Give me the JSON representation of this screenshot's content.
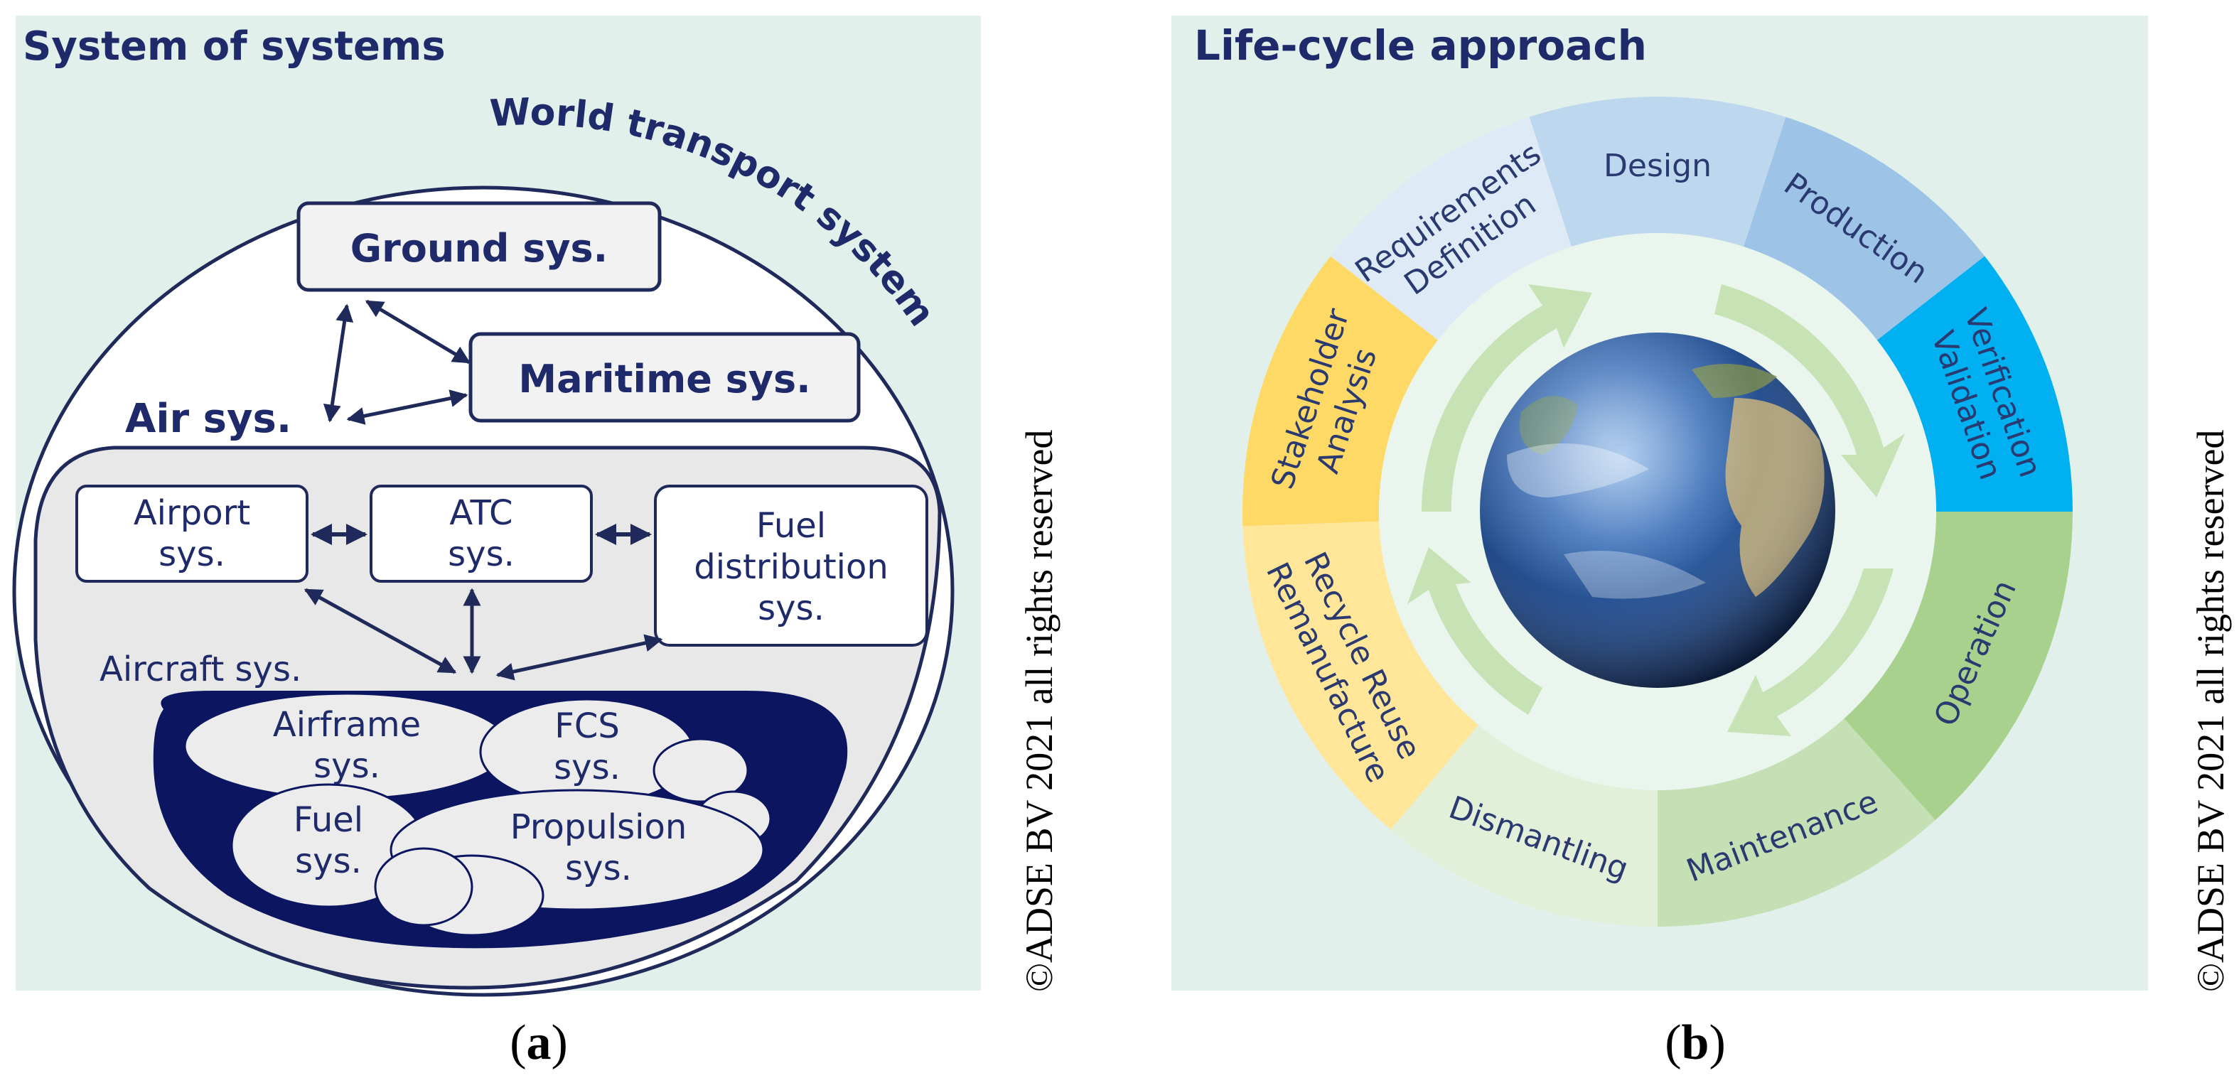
{
  "panel_a": {
    "title": "System of systems",
    "outer_label": "World transport system",
    "ground": "Ground sys.",
    "maritime": "Maritime sys.",
    "air": "Air sys.",
    "airport": [
      "Airport",
      "sys."
    ],
    "atc": [
      "ATC",
      "sys."
    ],
    "fuel_dist": [
      "Fuel",
      "distribution",
      "sys."
    ],
    "aircraft": "Aircraft sys.",
    "airframe": [
      "Airframe",
      "sys."
    ],
    "fcs": [
      "FCS",
      "sys."
    ],
    "fuel": [
      "Fuel",
      "sys."
    ],
    "propulsion": [
      "Propulsion",
      "sys."
    ],
    "caption": "(a)",
    "caption_letter": "a",
    "copyright": "©ADSE BV 2021 all rights reserved"
  },
  "panel_b": {
    "title": "Life-cycle approach",
    "segments": [
      {
        "lines": [
          "Design"
        ],
        "color": "#bdd7ee"
      },
      {
        "lines": [
          "Production"
        ],
        "color": "#9dc3e6"
      },
      {
        "lines": [
          "Verification",
          "Validation"
        ],
        "color": "#00b0f0"
      },
      {
        "lines": [
          "Operation"
        ],
        "color": "#a9d18e"
      },
      {
        "lines": [
          "Maintenance"
        ],
        "color": "#c5e0b4"
      },
      {
        "lines": [
          "Dismantling"
        ],
        "color": "#e2f0d9"
      },
      {
        "lines": [
          "Recycle Reuse",
          "Remanufacture"
        ],
        "color": "#ffe699"
      },
      {
        "lines": [
          "Stakeholder",
          "Analysis"
        ],
        "color": "#ffd966"
      },
      {
        "lines": [
          "Requirements",
          "Definition"
        ],
        "color": "#deebf7"
      }
    ],
    "caption": "(b)",
    "caption_letter": "b",
    "copyright": "©ADSE BV 2021 all rights reserved"
  }
}
